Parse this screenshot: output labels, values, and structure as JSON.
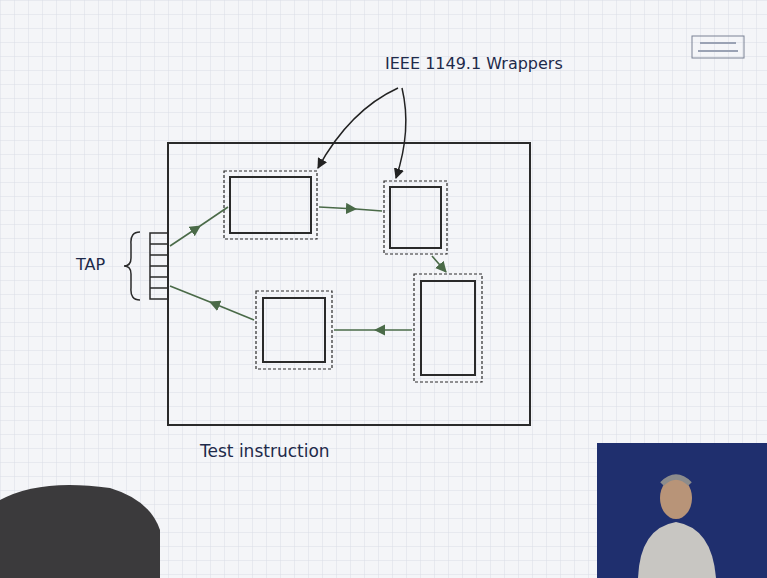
{
  "diagram": {
    "labels": [
      "IEEE 1149.1 Wrappers",
      "TAP",
      "Test instruction"
    ]
  }
}
